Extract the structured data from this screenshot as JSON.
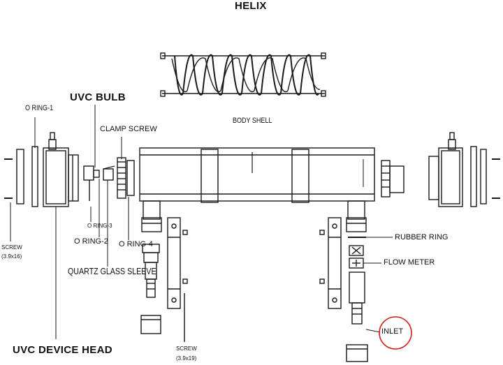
{
  "title": "HELIX",
  "labels": {
    "o_ring_1": "O RING-1",
    "uvc_bulb": "UVC BULB",
    "clamp_screw": "CLAMP SCREW",
    "body_shell": "BODY SHELL",
    "o_ring_3": "O RING-3",
    "o_ring_2": "O RING-2",
    "o_ring_4": "O RING-4",
    "screw_left": "SCREW",
    "screw_left_size": "(3.9x16)",
    "quartz_glass_sleeve": "QUARTZ GLASS SLEEVE",
    "uvc_device_head": "UVC DEVICE HEAD",
    "screw_bottom": "SCREW",
    "screw_bottom_size": "(3.9x19)",
    "rubber_ring": "RUBBER RING",
    "flow_meter": "FLOW METER",
    "inlet": "INLET"
  },
  "colors": {
    "line": "#1a1a1a",
    "inlet_circle": "#d42020"
  }
}
